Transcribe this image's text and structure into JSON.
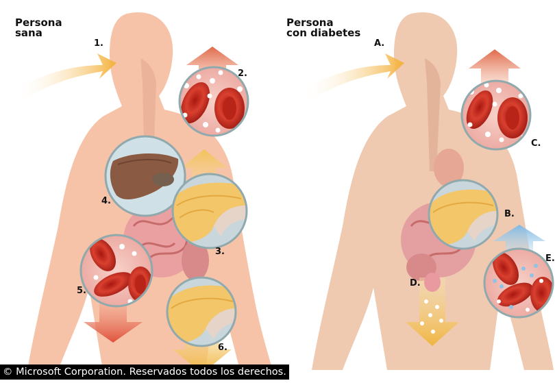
{
  "left_panel": {
    "title": "Persona\nsana",
    "markers": [
      "1.",
      "2.",
      "3.",
      "4.",
      "5.",
      "6."
    ]
  },
  "right_panel": {
    "title": "Persona\ncon diabetes",
    "markers": [
      "A.",
      "B.",
      "C.",
      "D.",
      "E."
    ]
  },
  "footer": {
    "copyright": "© Microsoft Corporation. Reservados todos los derechos."
  },
  "colors": {
    "body_healthy": "#f6c3a9",
    "body_diabetic": "#efc9b0",
    "blood": "#c7281f",
    "pancreas": "#f4c66a",
    "liver": "#8a5a43",
    "arrow_up_red": "#e0694a",
    "arrow_up_blue": "#8fc3e6",
    "arrow_in_yellow": "#f3b13a",
    "circle_ring": "#8fa9ad"
  }
}
